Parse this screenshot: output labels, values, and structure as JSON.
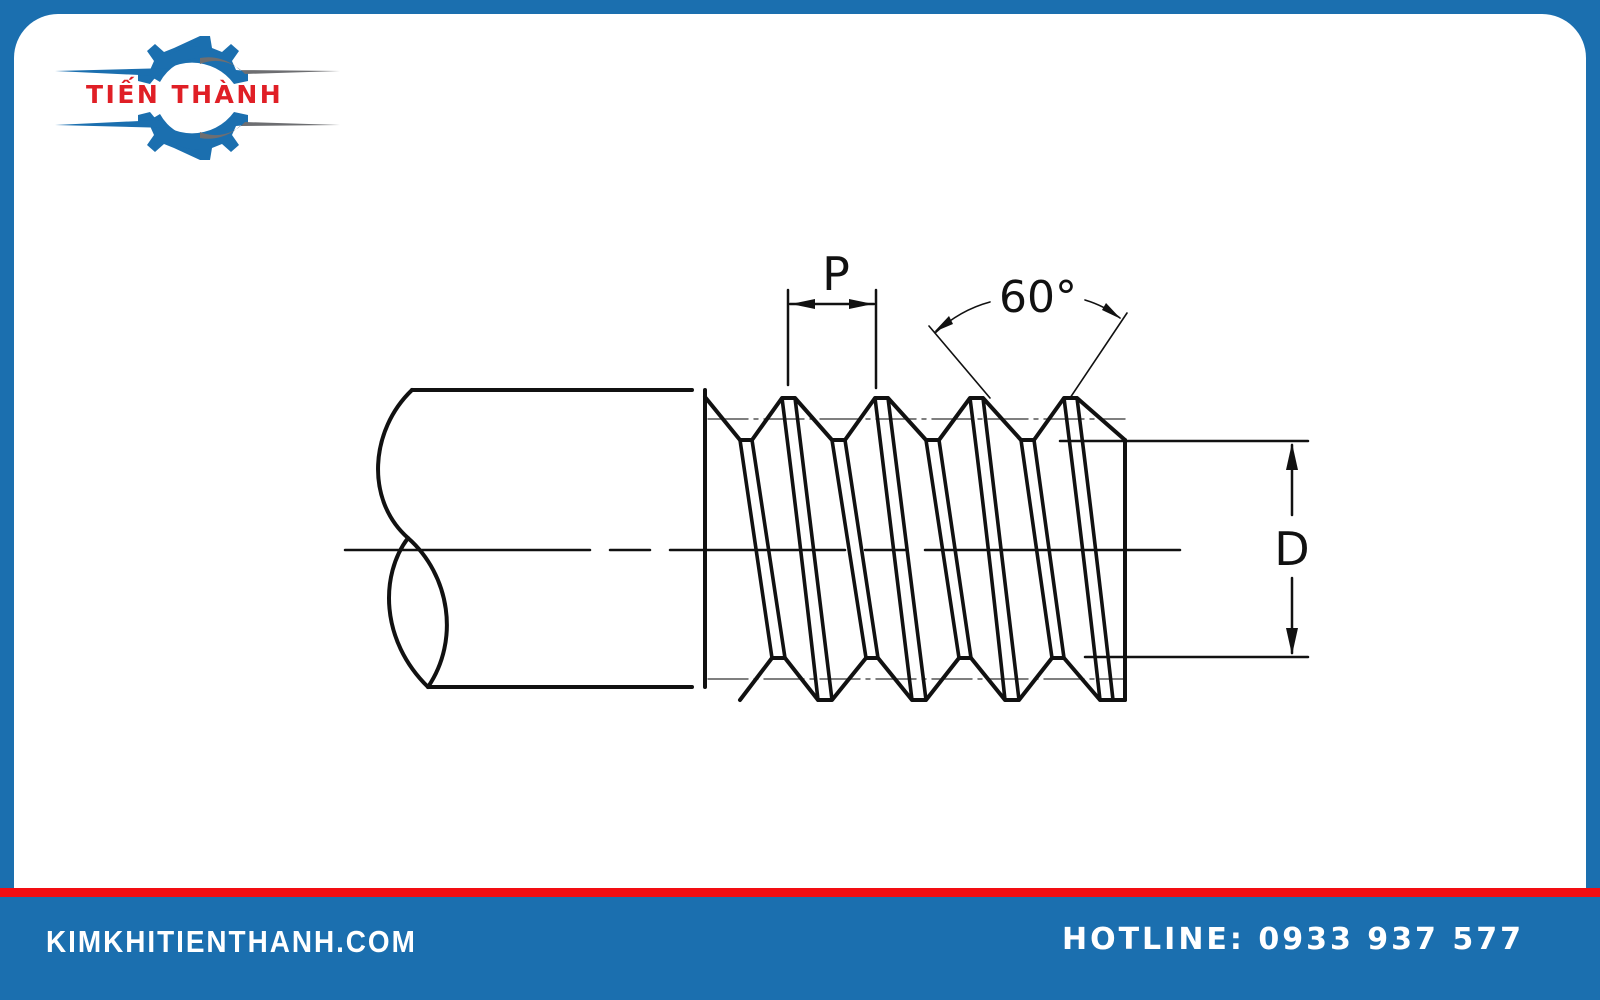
{
  "brand": {
    "logo_text": "TIẾN THÀNH",
    "logo_icon": "gear-icon",
    "colors": {
      "frame_blue": "#1b6faf",
      "accent_red": "#f20d12",
      "logo_red": "#e01f26",
      "logo_gray": "#6d6e71"
    }
  },
  "diagram": {
    "subject": "external screw thread profile",
    "labels": {
      "pitch": "P",
      "angle": "60°",
      "diameter": "D"
    }
  },
  "footer": {
    "website": "KIMKHITIENTHANH.COM",
    "hotline": "HOTLINE: 0933 937 577"
  }
}
